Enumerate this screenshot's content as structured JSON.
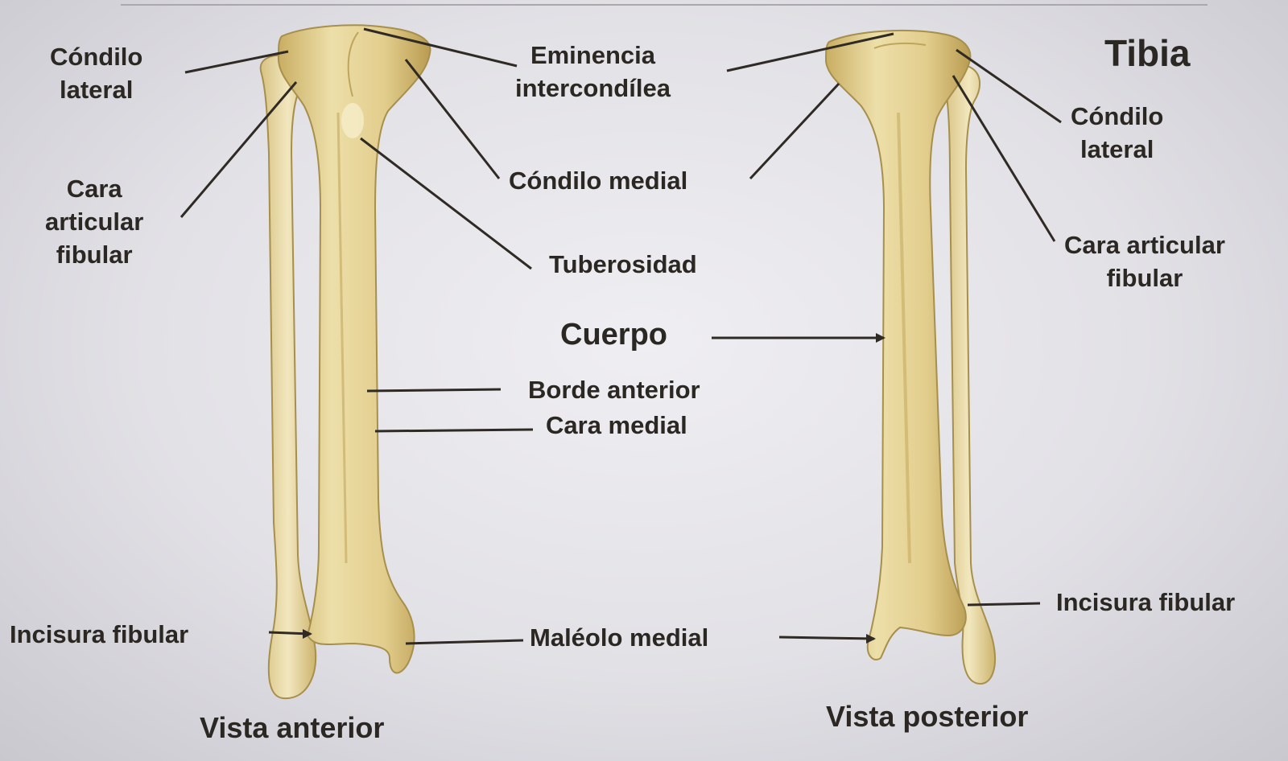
{
  "title": "Tibia",
  "views": {
    "anterior": "Vista anterior",
    "posterior": "Vista posterior"
  },
  "labels": {
    "condilo_lateral_ant": [
      "Cóndilo",
      "lateral"
    ],
    "eminencia": [
      "Eminencia",
      "intercondílea"
    ],
    "cara_articular_ant": [
      "Cara",
      "articular",
      "fibular"
    ],
    "condilo_medial": "Cóndilo medial",
    "tuberosidad": "Tuberosidad",
    "cuerpo": "Cuerpo",
    "borde_anterior": "Borde anterior",
    "cara_medial": "Cara medial",
    "incisura_ant": "Incisura fibular",
    "maleolo": "Maléolo  medial",
    "condilo_lateral_post": [
      "Cóndilo",
      "lateral"
    ],
    "cara_articular_post": [
      "Cara articular",
      "fibular"
    ],
    "incisura_post": "Incisura fibular"
  },
  "colors": {
    "bone": "#e6d49a",
    "bone_shade": "#c7ad62",
    "bone_light": "#f4ebc6",
    "leader": "#2f2a24"
  }
}
